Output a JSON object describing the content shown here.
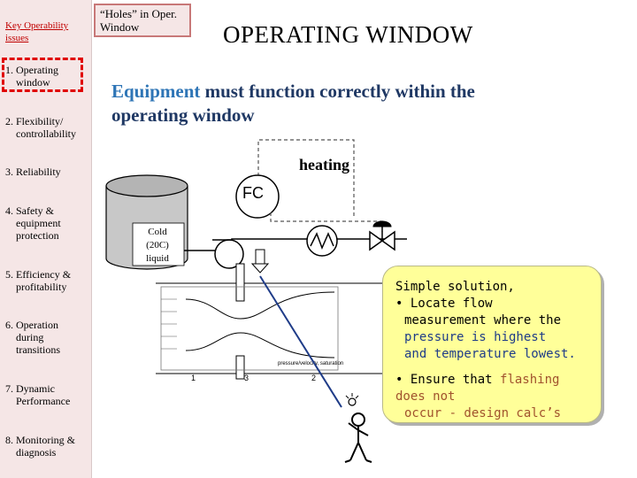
{
  "sidebar": {
    "key_title": "Key Operability issues",
    "items": [
      {
        "label_line1": "1. Operating",
        "label_line2": "window"
      },
      {
        "label_line1": "2. Flexibility/",
        "label_line2": "controllability"
      },
      {
        "label_line1": "3. Reliability",
        "label_line2": ""
      },
      {
        "label_line1": "4. Safety &",
        "label_line2": "equipment",
        "label_line3": "protection"
      },
      {
        "label_line1": "5. Efficiency &",
        "label_line2": "profitability"
      },
      {
        "label_line1": "6. Operation",
        "label_line2": "during",
        "label_line3": "transitions"
      },
      {
        "label_line1": "7. Dynamic",
        "label_line2": "Performance"
      },
      {
        "label_line1": "8. Monitoring &",
        "label_line2": "diagnosis"
      }
    ]
  },
  "holes_box": {
    "line1": "“Holes” in Oper.",
    "line2": "Window"
  },
  "title": "OPERATING WINDOW",
  "subtitle": {
    "highlight": "Equipment",
    "rest": " must function correctly within the operating window"
  },
  "diagram": {
    "heating_label": "heating",
    "controller_label": "FC",
    "tank_label_line1": "Cold",
    "tank_label_line2": "(20C)",
    "tank_label_line3": "liquid",
    "inset_caption": "pressure/velocity, saturation",
    "inset_ticks": [
      "1",
      "3",
      "2"
    ]
  },
  "callout": {
    "line1": "Simple solution,",
    "line2": "• Locate flow",
    "line3": "measurement where the",
    "line4": "pressure is highest",
    "line5": "and temperature lowest.",
    "line6_pre": "• Ensure that ",
    "line6_hl": "flashing does not",
    "line7": "occur - design calc’s"
  },
  "colors": {
    "sidebar_bg": "#f5e6e6",
    "accent_red": "#e00000",
    "title_blue": "#1f3864",
    "callout_bg": "#ffff99"
  }
}
